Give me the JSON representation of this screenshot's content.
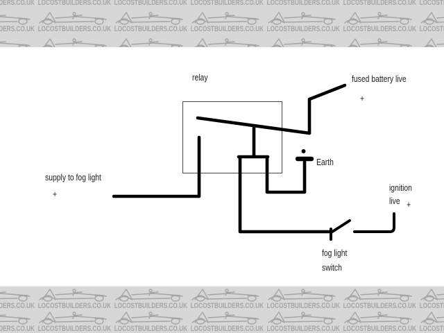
{
  "watermark": {
    "text": "LOCOSTBUILDERS.CO.UK"
  },
  "colors": {
    "banner_bg": "#d7d7d7",
    "banner_fg": "#a5a5a5",
    "wire": "#000000",
    "relay_box_stroke": "#444444",
    "label_text": "#1c1c1c",
    "diagram_bg": "#ffffff"
  },
  "diagram": {
    "relay_label": "relay",
    "fused_battery_live_label": "fused battery live",
    "fused_battery_live_plus": "+",
    "earth_label": "Earth",
    "supply_label": "supply to fog light",
    "supply_plus": "+",
    "ignition_line1": "ignition",
    "ignition_line2": "live",
    "ignition_plus": "+",
    "switch_line1": "fog light",
    "switch_line2": "switch"
  }
}
